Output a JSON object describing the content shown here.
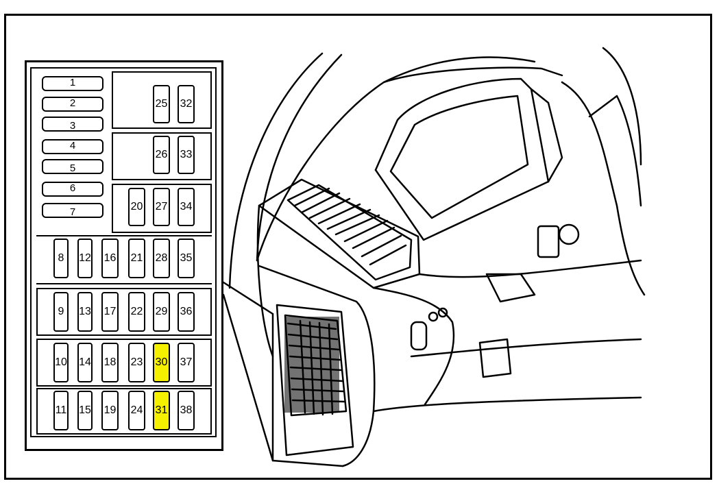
{
  "diagram": {
    "highlight_color": "#f5f000",
    "horizontal_fuses": [
      "1",
      "2",
      "3",
      "4",
      "5",
      "6",
      "7"
    ],
    "upper_group_a": [
      "25",
      "32"
    ],
    "upper_group_b": [
      "26",
      "33"
    ],
    "upper_group_c": [
      "20",
      "27",
      "34"
    ],
    "row_1": [
      "8",
      "12",
      "16",
      "21",
      "28",
      "35"
    ],
    "row_2": [
      "9",
      "13",
      "17",
      "22",
      "29",
      "36"
    ],
    "row_3": [
      "10",
      "14",
      "18",
      "23",
      "30",
      "37"
    ],
    "row_4": [
      "11",
      "15",
      "19",
      "24",
      "31",
      "38"
    ],
    "highlighted_fuses": [
      "30",
      "31"
    ]
  }
}
